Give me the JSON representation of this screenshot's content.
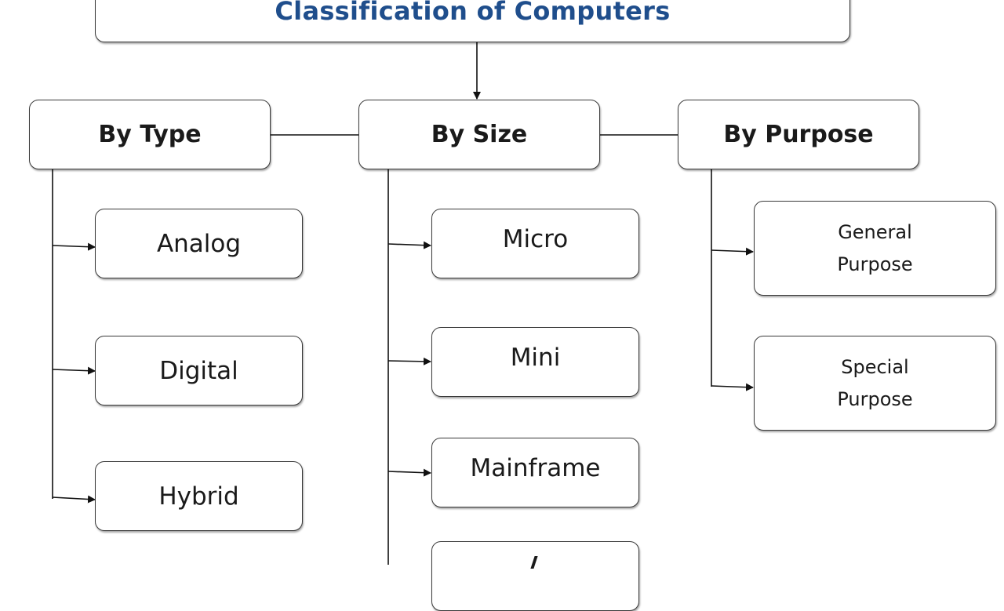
{
  "title": "Classification  of Computers",
  "categories": {
    "by_type": {
      "label": "By Type",
      "items": [
        "Analog",
        "Digital",
        "Hybrid"
      ]
    },
    "by_size": {
      "label": "By Size",
      "items": [
        "Micro",
        "Mini",
        "Mainframe"
      ]
    },
    "by_purpose": {
      "label": "By Purpose",
      "items": [
        "General\nPurpose",
        "Special\nPurpose"
      ]
    }
  },
  "colors": {
    "title": "#1f4e8c",
    "border": "#3a3a3a",
    "line": "#111111"
  }
}
